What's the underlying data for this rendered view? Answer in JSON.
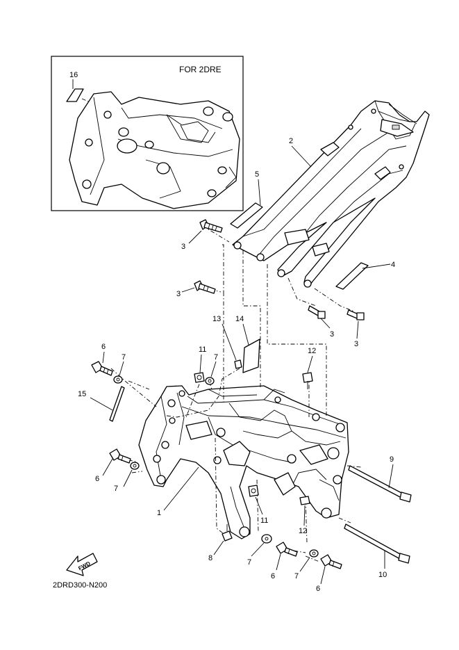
{
  "inset": {
    "title": "FOR 2DRE",
    "callout": "16"
  },
  "callouts": [
    {
      "id": "c1",
      "text": "1"
    },
    {
      "id": "c2",
      "text": "2"
    },
    {
      "id": "c3a",
      "text": "3"
    },
    {
      "id": "c3b",
      "text": "3"
    },
    {
      "id": "c3c",
      "text": "3"
    },
    {
      "id": "c3d",
      "text": "3"
    },
    {
      "id": "c4",
      "text": "4"
    },
    {
      "id": "c5",
      "text": "5"
    },
    {
      "id": "c6a",
      "text": "6"
    },
    {
      "id": "c6b",
      "text": "6"
    },
    {
      "id": "c6c",
      "text": "6"
    },
    {
      "id": "c6d",
      "text": "6"
    },
    {
      "id": "c7a",
      "text": "7"
    },
    {
      "id": "c7b",
      "text": "7"
    },
    {
      "id": "c7c",
      "text": "7"
    },
    {
      "id": "c7d",
      "text": "7"
    },
    {
      "id": "c7e",
      "text": "7"
    },
    {
      "id": "c8",
      "text": "8"
    },
    {
      "id": "c9",
      "text": "9"
    },
    {
      "id": "c10",
      "text": "10"
    },
    {
      "id": "c11a",
      "text": "11"
    },
    {
      "id": "c11b",
      "text": "11"
    },
    {
      "id": "c12a",
      "text": "12"
    },
    {
      "id": "c12b",
      "text": "12"
    },
    {
      "id": "c13",
      "text": "13"
    },
    {
      "id": "c14",
      "text": "14"
    },
    {
      "id": "c15",
      "text": "15"
    }
  ],
  "fwd_label": "FWD",
  "diagram_code": "2DRD300-N200"
}
